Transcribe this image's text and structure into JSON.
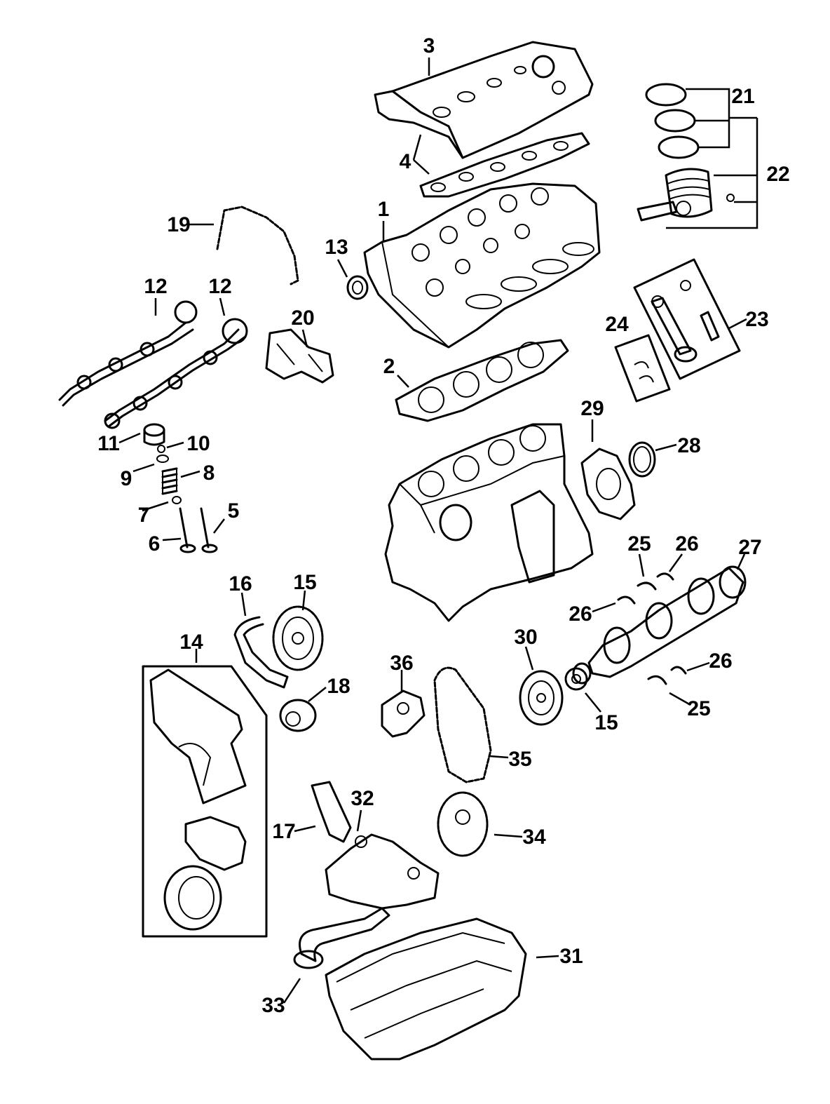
{
  "diagram": {
    "callouts": [
      {
        "id": "3",
        "text": "3"
      },
      {
        "id": "21",
        "text": "21"
      },
      {
        "id": "4",
        "text": "4"
      },
      {
        "id": "22",
        "text": "22"
      },
      {
        "id": "1",
        "text": "1"
      },
      {
        "id": "19",
        "text": "19"
      },
      {
        "id": "13",
        "text": "13"
      },
      {
        "id": "12a",
        "text": "12"
      },
      {
        "id": "12b",
        "text": "12"
      },
      {
        "id": "20",
        "text": "20"
      },
      {
        "id": "24",
        "text": "24"
      },
      {
        "id": "23",
        "text": "23"
      },
      {
        "id": "2",
        "text": "2"
      },
      {
        "id": "29",
        "text": "29"
      },
      {
        "id": "28",
        "text": "28"
      },
      {
        "id": "11",
        "text": "11"
      },
      {
        "id": "10",
        "text": "10"
      },
      {
        "id": "9",
        "text": "9"
      },
      {
        "id": "8",
        "text": "8"
      },
      {
        "id": "7",
        "text": "7"
      },
      {
        "id": "5",
        "text": "5"
      },
      {
        "id": "6",
        "text": "6"
      },
      {
        "id": "25a",
        "text": "25"
      },
      {
        "id": "26a",
        "text": "26"
      },
      {
        "id": "27",
        "text": "27"
      },
      {
        "id": "16",
        "text": "16"
      },
      {
        "id": "15a",
        "text": "15"
      },
      {
        "id": "26b",
        "text": "26"
      },
      {
        "id": "14",
        "text": "14"
      },
      {
        "id": "30",
        "text": "30"
      },
      {
        "id": "36",
        "text": "36"
      },
      {
        "id": "26c",
        "text": "26"
      },
      {
        "id": "18",
        "text": "18"
      },
      {
        "id": "25b",
        "text": "25"
      },
      {
        "id": "15b",
        "text": "15"
      },
      {
        "id": "35",
        "text": "35"
      },
      {
        "id": "32",
        "text": "32"
      },
      {
        "id": "17",
        "text": "17"
      },
      {
        "id": "34",
        "text": "34"
      },
      {
        "id": "31",
        "text": "31"
      },
      {
        "id": "33",
        "text": "33"
      }
    ]
  }
}
